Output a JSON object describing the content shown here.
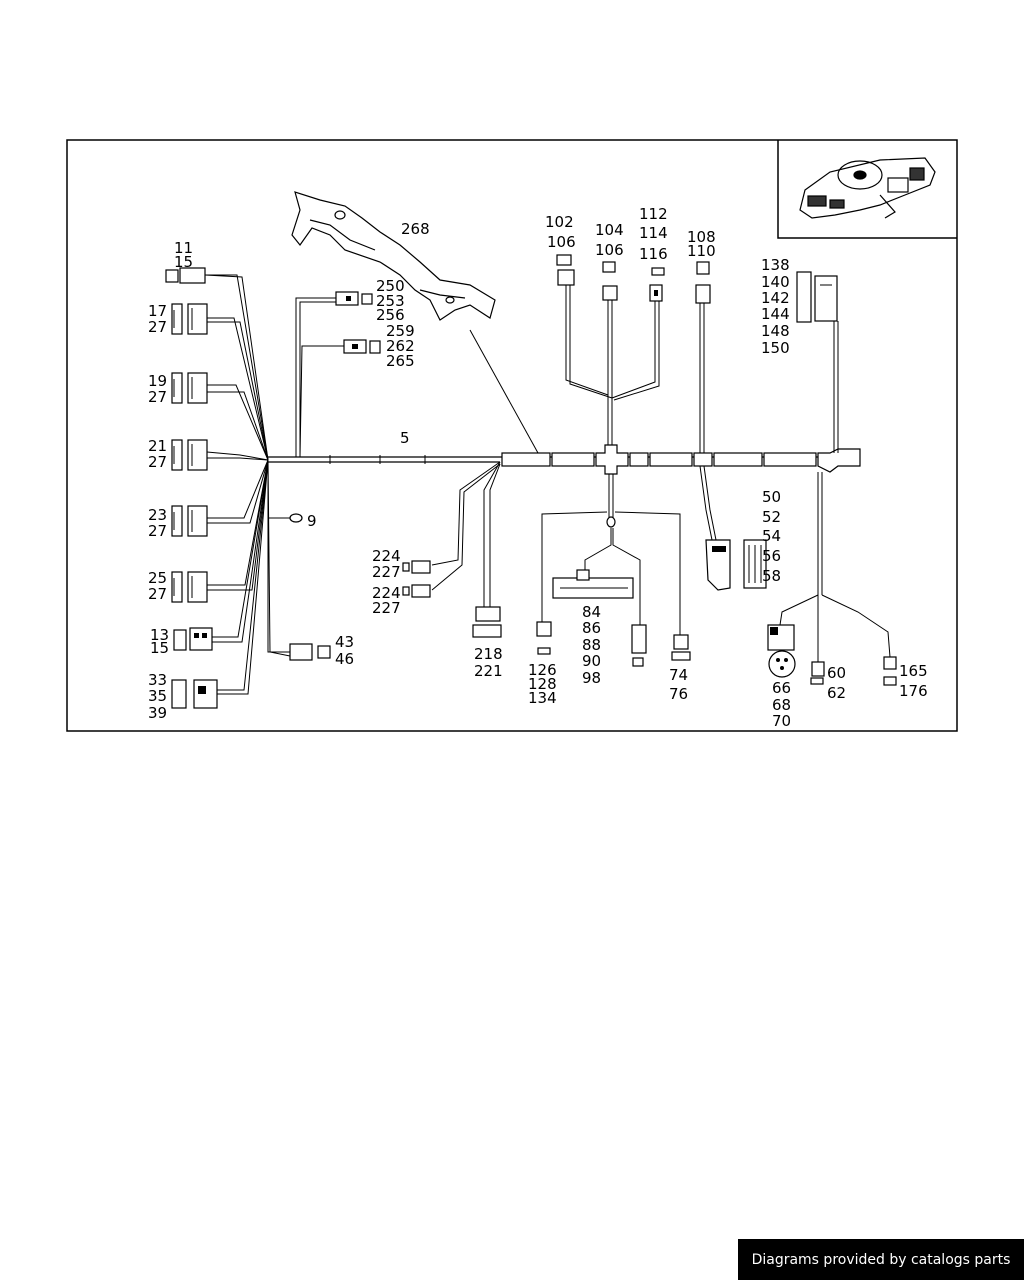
{
  "footer": {
    "credit": "Diagrams provided by catalogs parts"
  },
  "labels": {
    "main_harness": "5",
    "ground": "9",
    "l11": "11",
    "l15a": "15",
    "l17": "17",
    "l27a": "27",
    "l19": "19",
    "l27b": "27",
    "l21": "21",
    "l27c": "27",
    "l23": "23",
    "l27d": "27",
    "l25": "25",
    "l27e": "27",
    "l13": "13",
    "l15b": "15",
    "l33": "33",
    "l35": "35",
    "l39": "39",
    "l43": "43",
    "l46": "46",
    "l268": "268",
    "l250": "250",
    "l253": "253",
    "l256": "256",
    "l259": "259",
    "l262": "262",
    "l265": "265",
    "l224a": "224",
    "l227a": "227",
    "l224b": "224",
    "l227b": "227",
    "l218": "218",
    "l221": "221",
    "l102": "102",
    "l106a": "106",
    "l104": "104",
    "l106b": "106",
    "l112": "112",
    "l114": "114",
    "l116": "116",
    "l108": "108",
    "l110": "110",
    "l138": "138",
    "l140": "140",
    "l142": "142",
    "l144": "144",
    "l148": "148",
    "l150": "150",
    "l50": "50",
    "l52": "52",
    "l54": "54",
    "l56": "56",
    "l58": "58",
    "l84": "84",
    "l86": "86",
    "l88": "88",
    "l90": "90",
    "l98": "98",
    "l126": "126",
    "l128": "128",
    "l134": "134",
    "l74": "74",
    "l76": "76",
    "l66": "66",
    "l68": "68",
    "l70": "70",
    "l60": "60",
    "l62": "62",
    "l165": "165",
    "l176": "176"
  }
}
